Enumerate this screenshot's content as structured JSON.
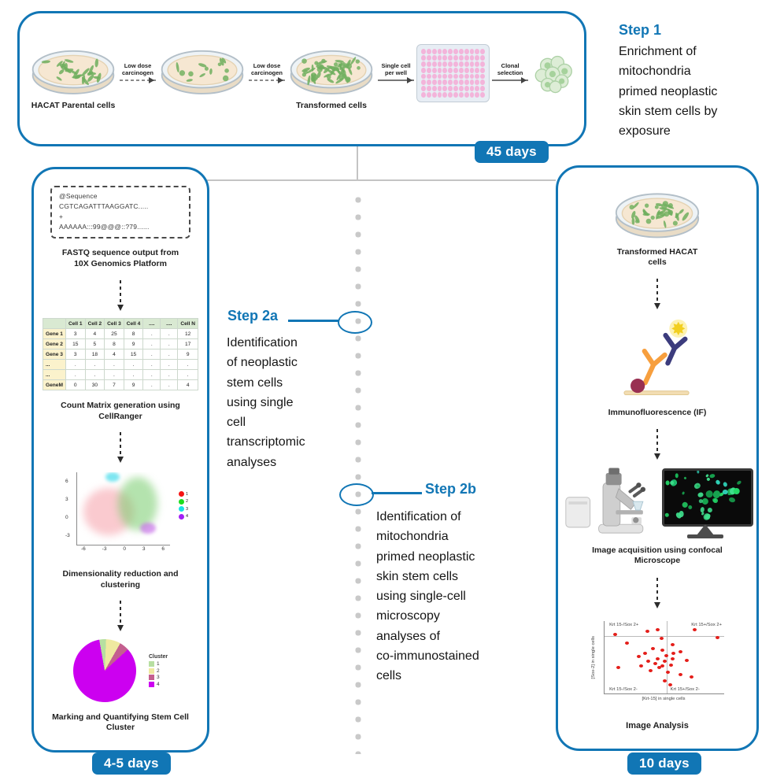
{
  "accent_color": "#1176b5",
  "connector_color": "#c4c4c4",
  "step1": {
    "title": "Step 1",
    "description": "Enrichment of\nmitochondria\nprimed neoplastic\nskin stem cells by\nexposure",
    "badge": "45 days",
    "dish1_label": "HACAT Parental cells",
    "arrow1_label": "Low dose\ncarcinogen",
    "arrow2_label": "Low dose\ncarcinogen",
    "dish3_label": "Transformed cells",
    "arrow3_label": "Single cell\nper well",
    "arrow4_label": "Clonal\nselection"
  },
  "step2a": {
    "title": "Step 2a",
    "description": "Identification\nof neoplastic\nstem cells\nusing single\ncell\ntranscriptomic\nanalyses"
  },
  "step2b": {
    "title": "Step 2b",
    "description": "Identification of\nmitochondria\nprimed neoplastic\nskin stem cells\nusing single-cell\nmicroscopy\nanalyses of\nco-immunostained\ncells"
  },
  "left_panel": {
    "badge": "4-5 days",
    "fastq_lines": "@Sequence\nCGTCAGATTTAAGGATC.....\n+\nAAAAAA:::99@@@::?79......",
    "fastq_label": "FASTQ sequence output from\n10X Genomics Platform",
    "matrix": {
      "headers": [
        "",
        "Cell 1",
        "Cell 2",
        "Cell 3",
        "Cell 4",
        "....",
        "....",
        "Cell N"
      ],
      "rows": [
        [
          "Gene 1",
          "3",
          "4",
          "25",
          "8",
          ".",
          ".",
          "12"
        ],
        [
          "Gene 2",
          "15",
          "5",
          "8",
          "9",
          ".",
          ".",
          "17"
        ],
        [
          "Gene 3",
          "3",
          "18",
          "4",
          "15",
          ".",
          ".",
          "9"
        ],
        [
          "...",
          ".",
          ".",
          ".",
          ".",
          ".",
          ".",
          "."
        ],
        [
          "...",
          ".",
          ".",
          ".",
          ".",
          ".",
          ".",
          "."
        ],
        [
          "GeneM",
          "0",
          "30",
          "7",
          "9",
          ".",
          ".",
          "4"
        ]
      ],
      "label": "Count Matrix generation using\nCellRanger"
    },
    "umap": {
      "x_ticks": [
        "-6",
        "-3",
        "0",
        "3",
        "6"
      ],
      "y_ticks": [
        "6",
        "3",
        "0",
        "-3"
      ],
      "legend": [
        {
          "label": "1",
          "color": "#f51414"
        },
        {
          "label": "2",
          "color": "#1ddd1d"
        },
        {
          "label": "3",
          "color": "#17e3e3"
        },
        {
          "label": "4",
          "color": "#a21ff5"
        }
      ],
      "label": "Dimensionality reduction and\nclustering"
    },
    "pie": {
      "legend_title": "Cluster",
      "slices": [
        {
          "label": "1",
          "color": "#b7dfa1",
          "value": 3.5
        },
        {
          "label": "2",
          "color": "#efe9a0",
          "value": 7.5
        },
        {
          "label": "3",
          "color": "#c45f8f",
          "value": 5.0
        },
        {
          "label": "4",
          "color": "#cc00f0",
          "value": 84.0
        }
      ],
      "label": "Marking and Quantifying Stem Cell\nCluster"
    }
  },
  "right_panel": {
    "badge": "10 days",
    "dish_label": "Transformed HACAT\ncells",
    "if_label": "Immunofluorescence (IF)",
    "confocal_label": "Image acquisition using confocal\nMicroscope",
    "analysis": {
      "quad_tl": "Krt 15-/Sox 2+",
      "quad_tr": "Krt 15+/Sox 2+",
      "quad_bl": "Krt 15-/Sox 2-",
      "quad_br": "Krt 15+/Sox 2-",
      "xlabel": "[Krt-15] in single cells",
      "ylabel": "[Sox-2] in single cells",
      "points": [
        [
          7,
          16
        ],
        [
          17,
          28
        ],
        [
          34,
          12
        ],
        [
          43,
          10
        ],
        [
          46,
          22
        ],
        [
          55,
          30
        ],
        [
          74,
          10
        ],
        [
          93,
          20
        ],
        [
          39,
          36
        ],
        [
          47,
          38
        ],
        [
          32,
          42
        ],
        [
          27,
          47
        ],
        [
          43,
          50
        ],
        [
          50,
          46
        ],
        [
          56,
          42
        ],
        [
          62,
          40
        ],
        [
          35,
          53
        ],
        [
          41,
          56
        ],
        [
          49,
          53
        ],
        [
          55,
          50
        ],
        [
          29,
          60
        ],
        [
          47,
          60
        ],
        [
          54,
          58
        ],
        [
          67,
          52
        ],
        [
          10,
          62
        ],
        [
          37,
          66
        ],
        [
          51,
          68
        ],
        [
          62,
          72
        ],
        [
          49,
          80
        ],
        [
          71,
          75
        ],
        [
          53,
          86
        ],
        [
          44,
          62
        ]
      ]
    },
    "analysis_label": "Image Analysis"
  }
}
